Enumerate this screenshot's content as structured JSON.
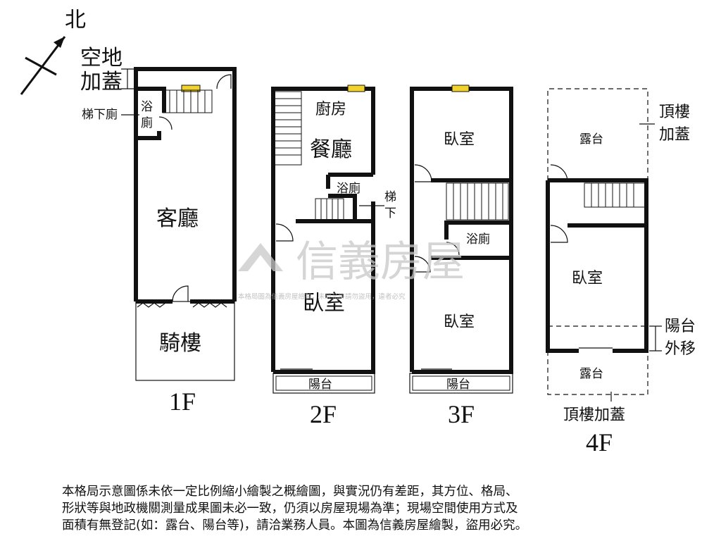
{
  "north": "北",
  "floors": {
    "f1": {
      "label": "1F",
      "rooms": {
        "living": "客廳",
        "bath": "浴廁",
        "arcade": "騎樓"
      },
      "notes": {
        "addition": "空地加蓋",
        "stair_toilet": "梯下廁"
      }
    },
    "f2": {
      "label": "2F",
      "rooms": {
        "kitchen": "廚房",
        "dining": "餐廳",
        "bath": "浴廁",
        "bedroom": "臥室",
        "balcony": "陽台"
      },
      "notes": {
        "under_stair": "梯下"
      }
    },
    "f3": {
      "label": "3F",
      "rooms": {
        "bedroom_front": "臥室",
        "bath": "浴廁",
        "bedroom_back": "臥室",
        "balcony": "陽台"
      }
    },
    "f4": {
      "label": "4F",
      "rooms": {
        "terrace_top": "露台",
        "bedroom": "臥室",
        "terrace_bottom": "露台"
      },
      "notes": {
        "roof_addition_side": "頂樓加蓋",
        "balcony_moved": "陽台外移",
        "roof_addition_bottom": "頂樓加蓋"
      }
    }
  },
  "watermark": {
    "brand": "信義房屋",
    "notice": "本格局圖為信義房屋繪製，未經允許請勿盜用，違者必究"
  },
  "disclaimer": [
    "本格局示意圖係未依一定比例縮小繪製之概繪圖，與實況仍有差距，其方位、格局、",
    "形狀等與地政機關測量成果圖未必一致，仍須以房屋現場為準；現場空間使用方式及",
    "面積有無登記(如：露台、陽台等)，請洽業務人員。本圖為信義房屋繪製，盜用必究。"
  ],
  "colors": {
    "wall": "#111111",
    "window": "#f2d32e",
    "watermark": "#c8c8c8"
  }
}
